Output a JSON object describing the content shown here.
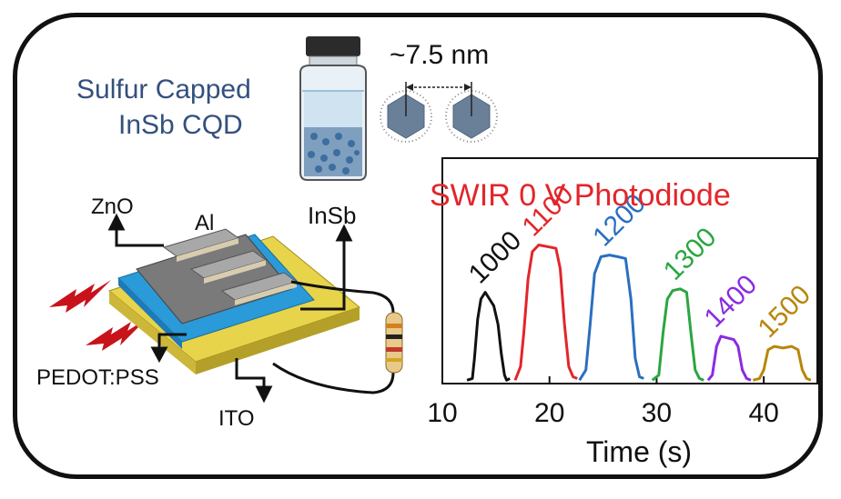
{
  "material": {
    "line1": "Sulfur Capped",
    "line2": "InSb CQD"
  },
  "particle_size": "~7.5 nm",
  "device_labels": {
    "zno": "ZnO",
    "al": "Al",
    "insb": "InSb",
    "pedot": "PEDOT:PSS",
    "ito": "ITO"
  },
  "colors": {
    "title_blue": "#34507e",
    "chart_title_red": "#e3252a",
    "ito_yellow": "#e8d44a",
    "pedot_blue": "#2a9ad8",
    "al_gray": "#9a9a9a",
    "light_red": "#c8131b"
  },
  "chart_data": {
    "type": "line",
    "title": "SWIR 0 V Photodiode",
    "xlabel": "Time (s)",
    "ylabel": "",
    "xlim": [
      10,
      45
    ],
    "xticks": [
      10,
      20,
      30,
      40
    ],
    "grid": false,
    "series": [
      {
        "name": "1000",
        "color": "#111111",
        "x": [
          12.3,
          12.8,
          13.0,
          13.3,
          13.6,
          14.0,
          14.4,
          14.8,
          15.2,
          15.5,
          15.8,
          16.0,
          16.3
        ],
        "y": [
          0.02,
          0.03,
          0.15,
          0.38,
          0.5,
          0.54,
          0.5,
          0.46,
          0.35,
          0.18,
          0.05,
          0.02,
          0.03
        ]
      },
      {
        "name": "1100",
        "color": "#e3252a",
        "x": [
          16.8,
          17.3,
          17.6,
          18.0,
          18.4,
          19.0,
          19.8,
          20.6,
          21.0,
          21.4,
          21.8,
          22.2,
          22.6
        ],
        "y": [
          0.02,
          0.1,
          0.3,
          0.62,
          0.78,
          0.82,
          0.81,
          0.8,
          0.68,
          0.35,
          0.1,
          0.04,
          0.03
        ]
      },
      {
        "name": "1200",
        "color": "#2a6fc0",
        "x": [
          22.8,
          23.4,
          23.8,
          24.2,
          24.8,
          25.6,
          26.4,
          27.1,
          27.6,
          28.0,
          28.4,
          28.8
        ],
        "y": [
          0.02,
          0.08,
          0.35,
          0.65,
          0.75,
          0.76,
          0.75,
          0.74,
          0.5,
          0.15,
          0.04,
          0.03
        ]
      },
      {
        "name": "1300",
        "color": "#2aa640",
        "x": [
          29.6,
          30.2,
          30.6,
          31.0,
          31.5,
          32.2,
          32.8,
          33.2,
          33.6,
          34.0,
          34.4
        ],
        "y": [
          0.02,
          0.05,
          0.3,
          0.5,
          0.55,
          0.56,
          0.54,
          0.3,
          0.08,
          0.03,
          0.02
        ]
      },
      {
        "name": "1400",
        "color": "#8a2be2",
        "x": [
          34.8,
          35.2,
          35.6,
          36.0,
          36.6,
          37.2,
          37.6,
          38.0,
          38.4,
          38.8
        ],
        "y": [
          0.02,
          0.05,
          0.22,
          0.28,
          0.27,
          0.26,
          0.22,
          0.08,
          0.03,
          0.02
        ]
      },
      {
        "name": "1500",
        "color": "#b8860b",
        "x": [
          39.0,
          39.6,
          40.0,
          40.4,
          41.0,
          41.8,
          42.6,
          43.2,
          43.6,
          44.0,
          44.4
        ],
        "y": [
          0.02,
          0.03,
          0.08,
          0.2,
          0.22,
          0.21,
          0.22,
          0.2,
          0.08,
          0.03,
          0.02
        ]
      }
    ]
  }
}
